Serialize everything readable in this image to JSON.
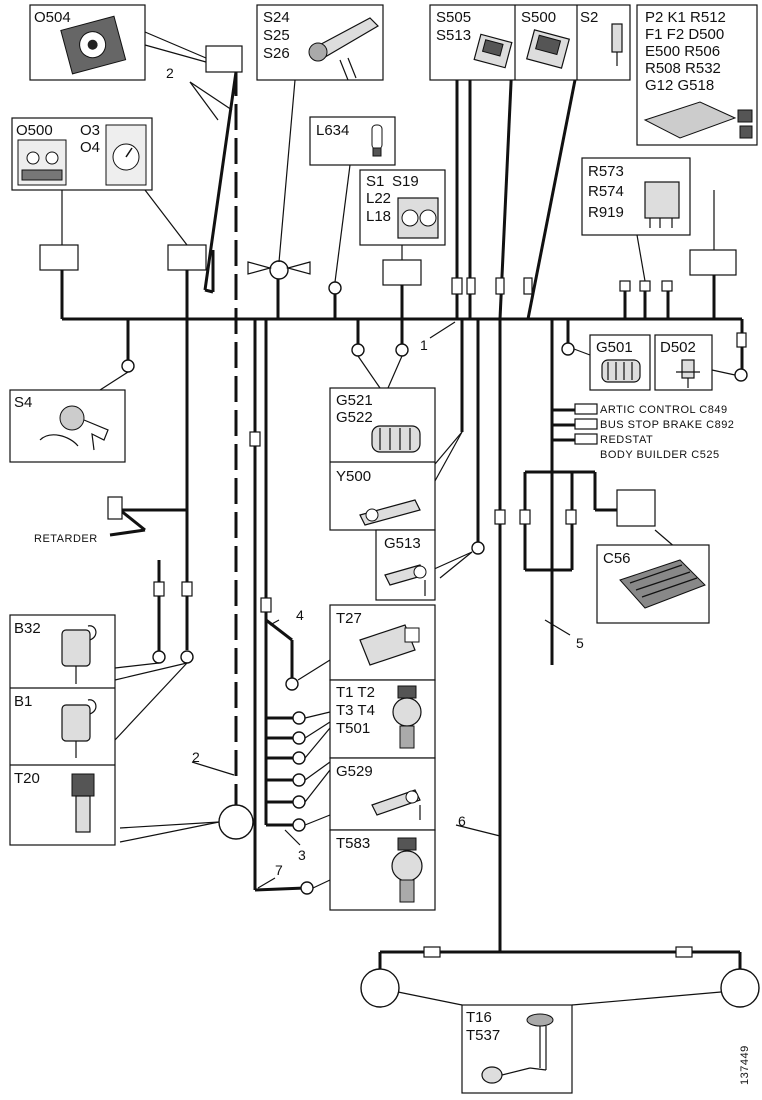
{
  "labels": {
    "O504": "O504",
    "S24": "S24",
    "S25": "S25",
    "S26": "S26",
    "S505": "S505",
    "S513": "S513",
    "S500": "S500",
    "S2": "S2",
    "rel1": "P2 K1 R512",
    "rel2": "F1 F2 D500",
    "rel3": "E500 R506",
    "rel4": "R508 R532",
    "rel5": "G12  G518",
    "O500": "O500",
    "O3": "O3",
    "O4": "O4",
    "L634": "L634",
    "S1": "S1",
    "S19": "S19",
    "L22": "L22",
    "L18": "L18",
    "R573": "R573",
    "R574": "R574",
    "R919": "R919",
    "S4": "S4",
    "G501": "G501",
    "D502": "D502",
    "G521": "G521",
    "G522": "G522",
    "Y500": "Y500",
    "artic": "ARTIC CONTROL  C849",
    "busstop": "BUS STOP BRAKE  C892",
    "redstat": "REDSTAT",
    "bodybuilder": "BODY BUILDER C525",
    "retarder": "RETARDER",
    "G513": "G513",
    "C56": "C56",
    "B32": "B32",
    "B1": "B1",
    "T20": "T20",
    "T27": "T27",
    "T1T2": "T1 T2",
    "T3T4": "T3 T4",
    "T501": "T501",
    "G529": "G529",
    "T583": "T583",
    "T16": "T16",
    "T537": "T537",
    "n1": "1",
    "n2a": "2",
    "n2b": "2",
    "n3": "3",
    "n4": "4",
    "n5": "5",
    "n6": "6",
    "n7": "7",
    "figno": "137449"
  }
}
